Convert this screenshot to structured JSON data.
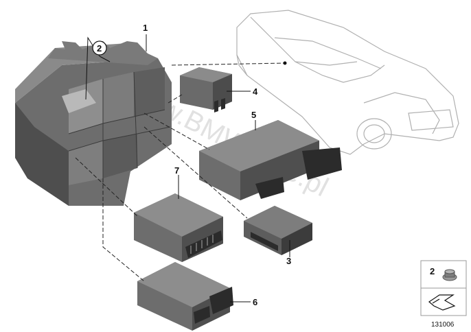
{
  "diagram": {
    "callouts": [
      "1",
      "2",
      "3",
      "4",
      "5",
      "6",
      "7"
    ],
    "legend": {
      "part": "2"
    },
    "diagram_number": "131006",
    "watermark": "www.BMWstore.pl"
  },
  "colors": {
    "body": "#6d6d6d",
    "body_light": "#8a8a8a",
    "body_dark": "#4e4e4e",
    "connector": "#2b2b2b",
    "car_outline": "#b0b0b0"
  }
}
